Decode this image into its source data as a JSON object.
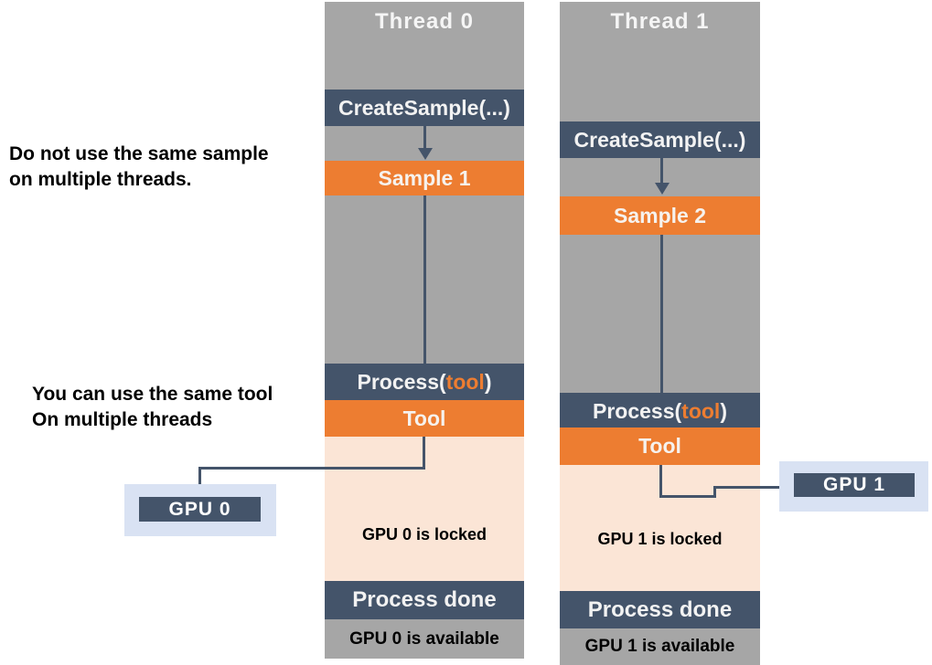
{
  "palette": {
    "navy": "#44546a",
    "orange": "#ed7d31",
    "peach": "#fbe5d6",
    "gray": "#a6a6a6",
    "light_blue": "#d9e2f3"
  },
  "annotations": {
    "sample_note": "Do not use the same sample\non multiple threads.",
    "tool_note": "You can use the same tool\nOn multiple threads"
  },
  "threads": [
    {
      "title": "Thread 0",
      "create_label": "CreateSample(...)",
      "sample_label": "Sample 1",
      "process_prefix": "Process(",
      "process_arg": "tool",
      "process_suffix": ")",
      "tool_label": "Tool",
      "locked_text": "GPU 0 is locked",
      "done_label": "Process done",
      "available_text": "GPU 0 is available",
      "gpu_label": "GPU 0"
    },
    {
      "title": "Thread 1",
      "create_label": "CreateSample(...)",
      "sample_label": "Sample 2",
      "process_prefix": "Process(",
      "process_arg": "tool",
      "process_suffix": ")",
      "tool_label": "Tool",
      "locked_text": "GPU 1 is locked",
      "done_label": "Process done",
      "available_text": "GPU 1 is available",
      "gpu_label": "GPU 1"
    }
  ]
}
